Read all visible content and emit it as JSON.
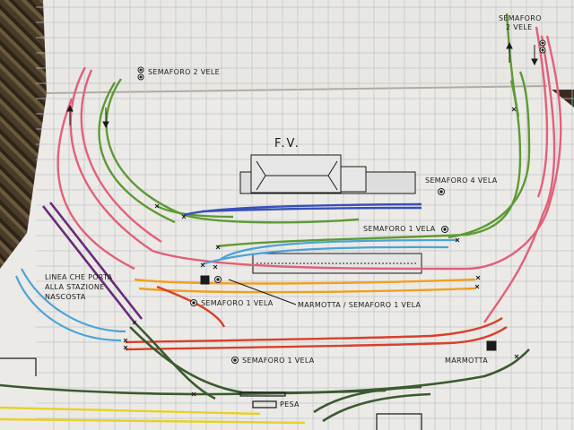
{
  "diagram": {
    "station_label": "F.V.",
    "labels": {
      "semaforo_2_vele_top": "SEMAFORO 2 VELE",
      "semaforo_2_vele_right_1": "SEMAFORO",
      "semaforo_2_vele_right_2": "2 VELE",
      "semaforo_4_vela": "SEMAFORO 4 VELA",
      "semaforo_1_vela_a": "SEMAFORO 1 VELA",
      "semaforo_1_vela_b": "SEMAFORO 1 VELA",
      "semaforo_1_vela_c": "SEMAFORO 1 VELA",
      "marmotta_semaforo": "MARMOTTA / SEMAFORO 1 VELA",
      "marmotta": "MARMOTTA",
      "linea": "LINEA CHE PORTA ALLA STAZIONE NASCOSTA",
      "pesa": "PESA"
    },
    "colors": {
      "paper": "#eceae6",
      "grid": "#b9c0c8",
      "pink": "#e2607a",
      "green": "#5d9a34",
      "blue": "#3a4fb8",
      "lightblue": "#4aa3d8",
      "orange": "#f0a020",
      "red": "#d8402a",
      "purple": "#6a2a7a",
      "darkgreen": "#3a5a30",
      "yellow": "#e8d02a",
      "black": "#1a1a1a"
    }
  }
}
